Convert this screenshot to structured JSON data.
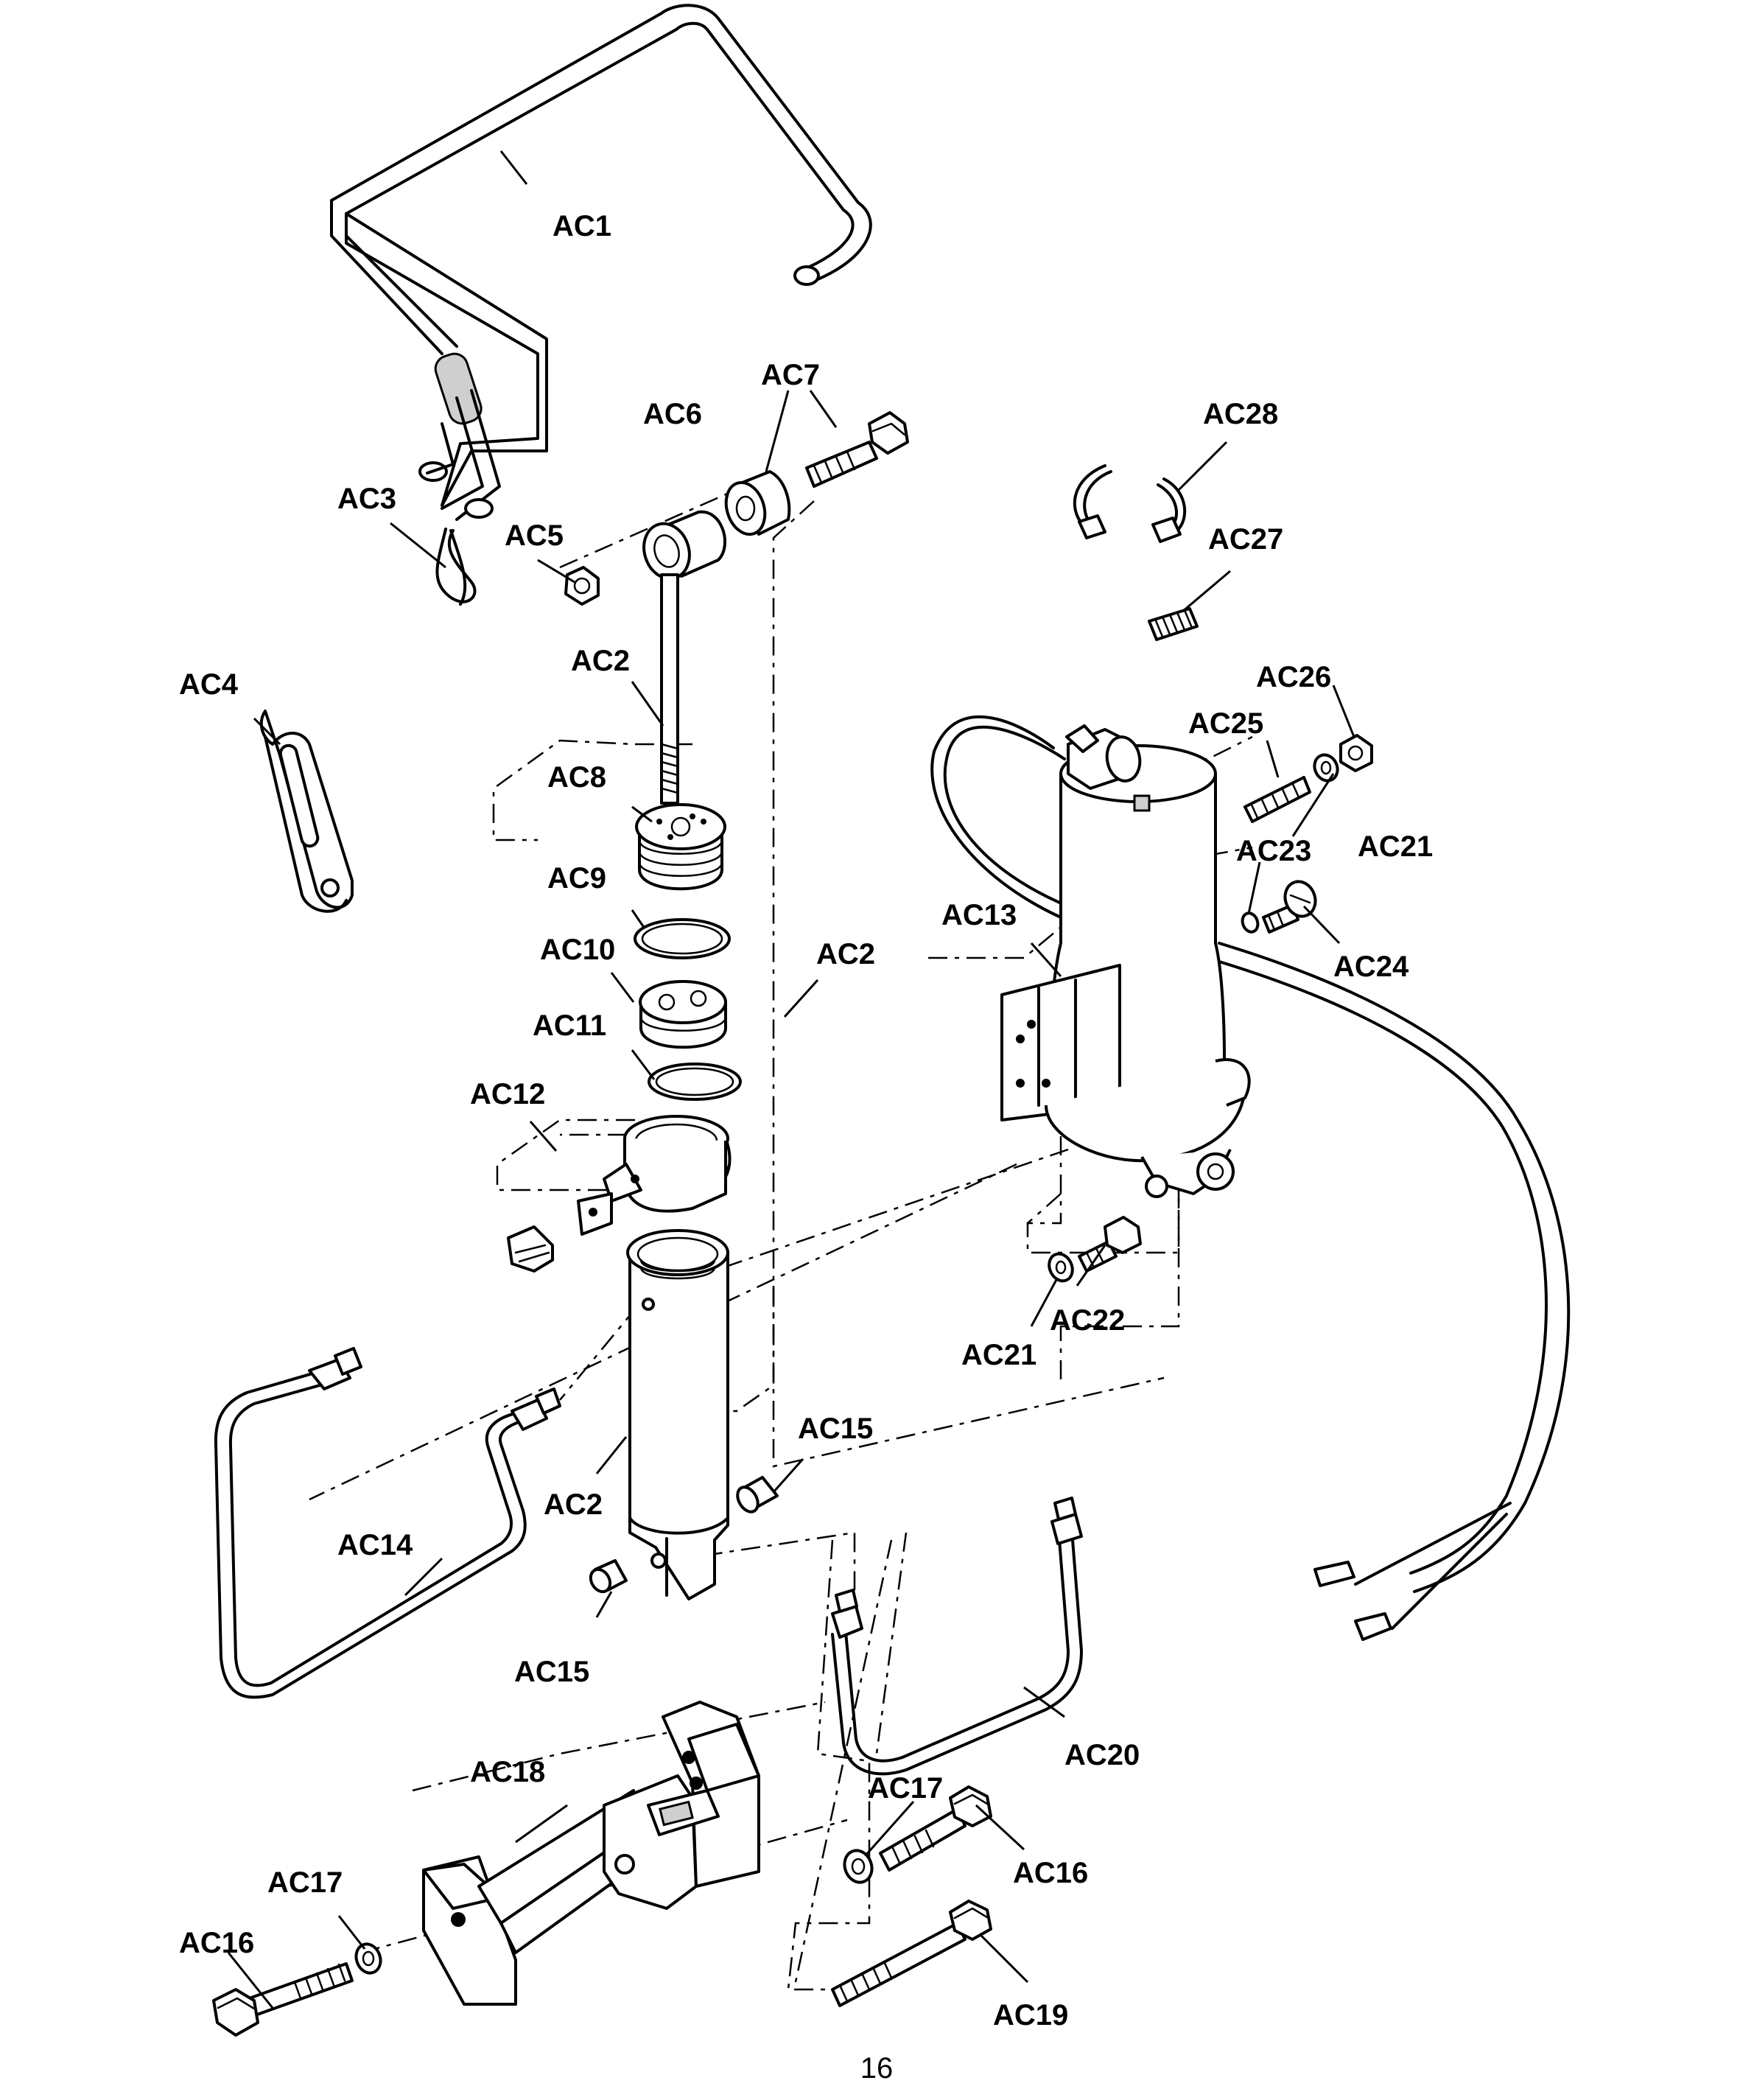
{
  "page": {
    "number": "16"
  },
  "callouts": [
    "AC1",
    "AC2",
    "AC2",
    "AC2",
    "AC3",
    "AC4",
    "AC5",
    "AC6",
    "AC7",
    "AC8",
    "AC9",
    "AC10",
    "AC11",
    "AC12",
    "AC13",
    "AC14",
    "AC15",
    "AC15",
    "AC16",
    "AC16",
    "AC17",
    "AC17",
    "AC18",
    "AC19",
    "AC20",
    "AC21",
    "AC21",
    "AC22",
    "AC23",
    "AC24",
    "AC25",
    "AC26",
    "AC27",
    "AC28"
  ]
}
